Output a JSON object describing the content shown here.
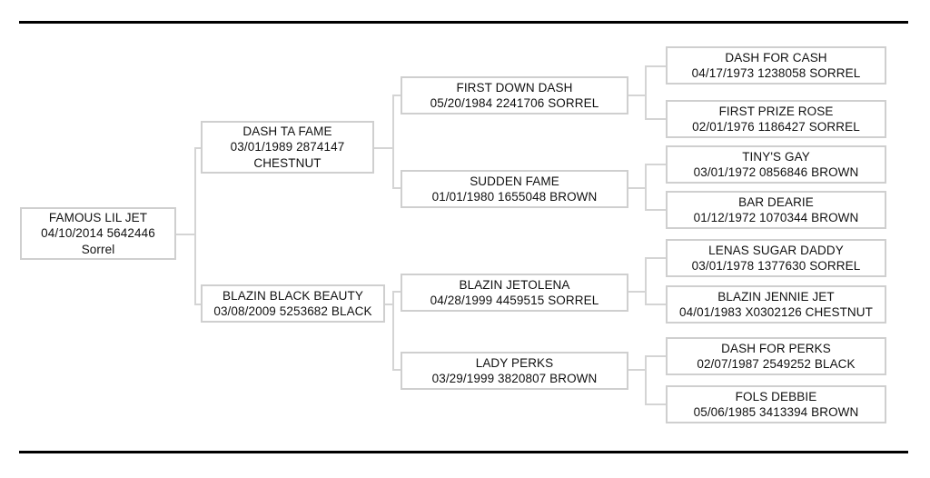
{
  "document": {
    "type": "pedigree-chart",
    "title": "FAMOUS LIL JET pedigree",
    "rules": {
      "top": true,
      "bottom": true
    },
    "colors": {
      "box_border": "#cfcfcf",
      "connector": "#d4d4d4",
      "rule": "#000000",
      "text": "#111111",
      "background": "#ffffff"
    }
  },
  "pedigree": {
    "subject": {
      "name": "FAMOUS LIL JET",
      "line2": "04/10/2014 5642446",
      "line3": "Sorrel"
    },
    "generation2": [
      {
        "name": "DASH TA FAME",
        "line2": "03/01/1989 2874147",
        "line3": "CHESTNUT"
      },
      {
        "name": "BLAZIN BLACK BEAUTY",
        "line2": "03/08/2009 5253682 BLACK",
        "line3": ""
      }
    ],
    "generation3": [
      {
        "name": "FIRST DOWN DASH",
        "line2": "05/20/1984 2241706 SORREL"
      },
      {
        "name": "SUDDEN FAME",
        "line2": "01/01/1980 1655048 BROWN"
      },
      {
        "name": "BLAZIN JETOLENA",
        "line2": "04/28/1999 4459515 SORREL"
      },
      {
        "name": "LADY PERKS",
        "line2": "03/29/1999 3820807 BROWN"
      }
    ],
    "generation4": [
      {
        "name": "DASH FOR CASH",
        "line2": "04/17/1973 1238058 SORREL"
      },
      {
        "name": "FIRST PRIZE ROSE",
        "line2": "02/01/1976 1186427 SORREL"
      },
      {
        "name": "TINY'S GAY",
        "line2": "03/01/1972 0856846 BROWN"
      },
      {
        "name": "BAR DEARIE",
        "line2": "01/12/1972 1070344 BROWN"
      },
      {
        "name": "LENAS SUGAR DADDY",
        "line2": "03/01/1978 1377630 SORREL"
      },
      {
        "name": "BLAZIN JENNIE JET",
        "line2": "04/01/1983 X0302126 CHESTNUT"
      },
      {
        "name": "DASH FOR PERKS",
        "line2": "02/07/1987 2549252 BLACK"
      },
      {
        "name": "FOLS DEBBIE",
        "line2": "05/06/1985 3413394 BROWN"
      }
    ]
  }
}
